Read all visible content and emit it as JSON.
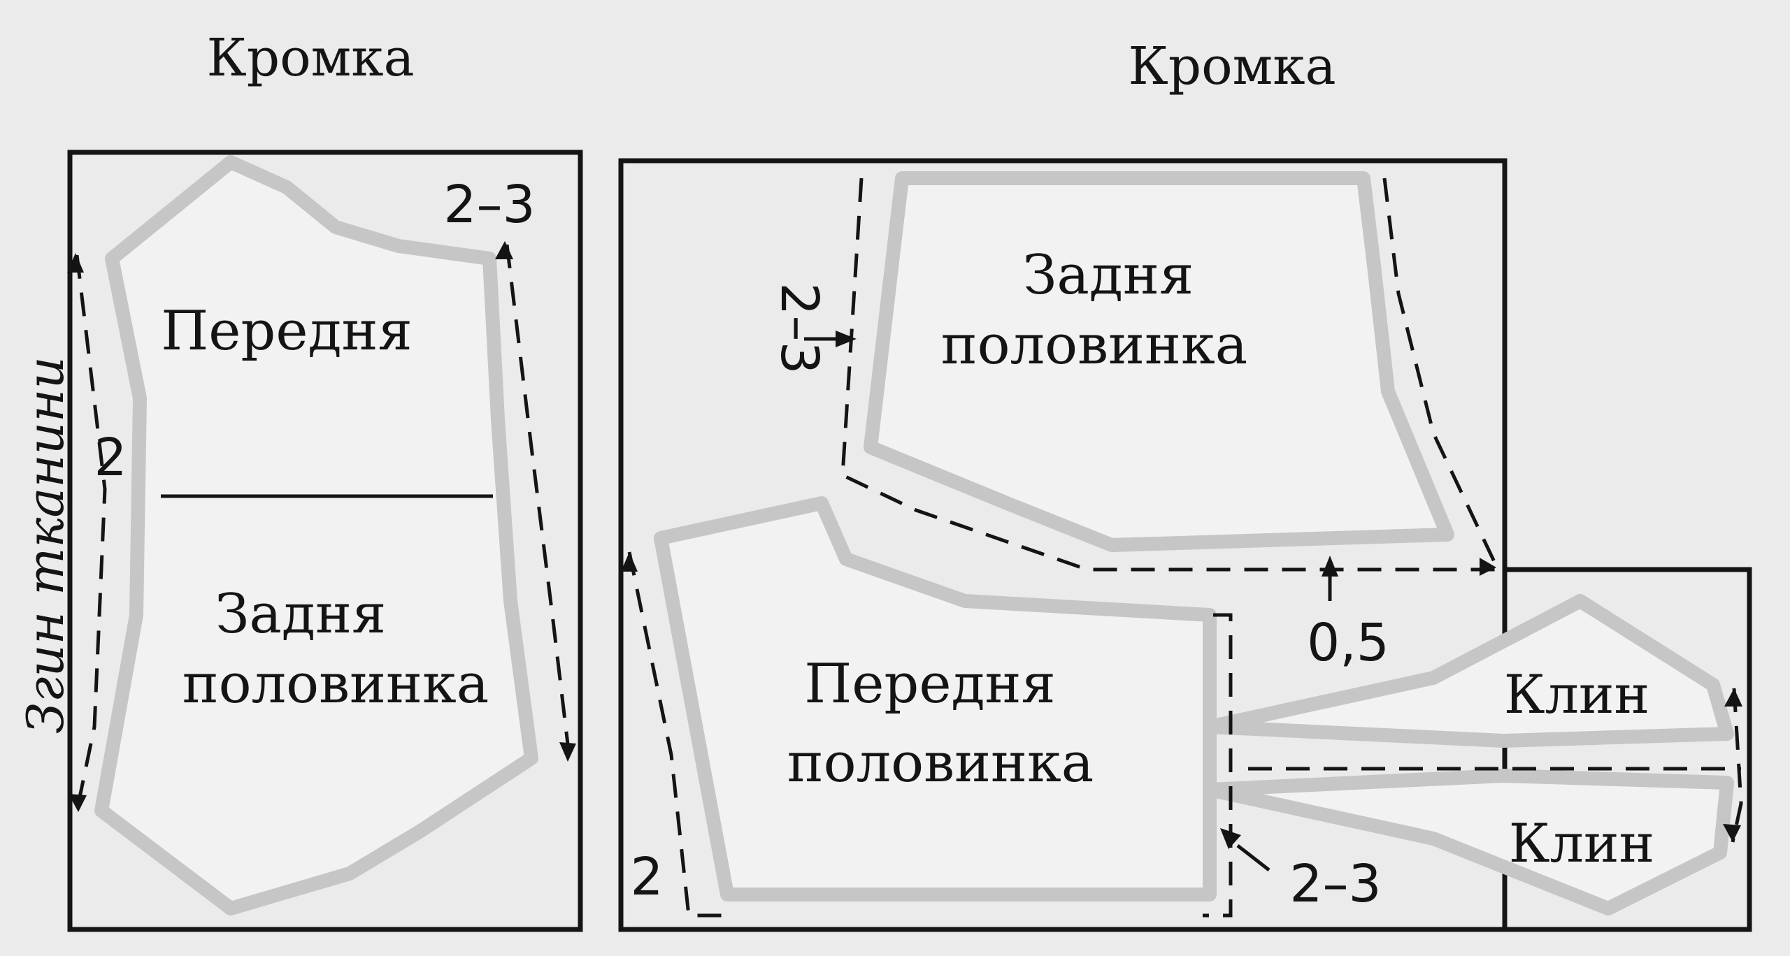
{
  "left_layout": {
    "edge_label": "Кромка",
    "fold_label": "Згин тканини",
    "front_label": "Передня",
    "back_label_line1": "Задня",
    "back_label_line2": "половинка",
    "allowance_side": "2",
    "allowance_top": "2–3"
  },
  "right_layout": {
    "edge_label": "Кромка",
    "back_label_line1": "Задня",
    "back_label_line2": "половинка",
    "front_label_line1": "Передня",
    "front_label_line2": "половинка",
    "wedge_top_label": "Клин",
    "wedge_bottom_label": "Клин",
    "allowance_back": "2–3",
    "allowance_front_side": "2",
    "allowance_front_bottom": "2–3",
    "allowance_gap": "0,5"
  }
}
